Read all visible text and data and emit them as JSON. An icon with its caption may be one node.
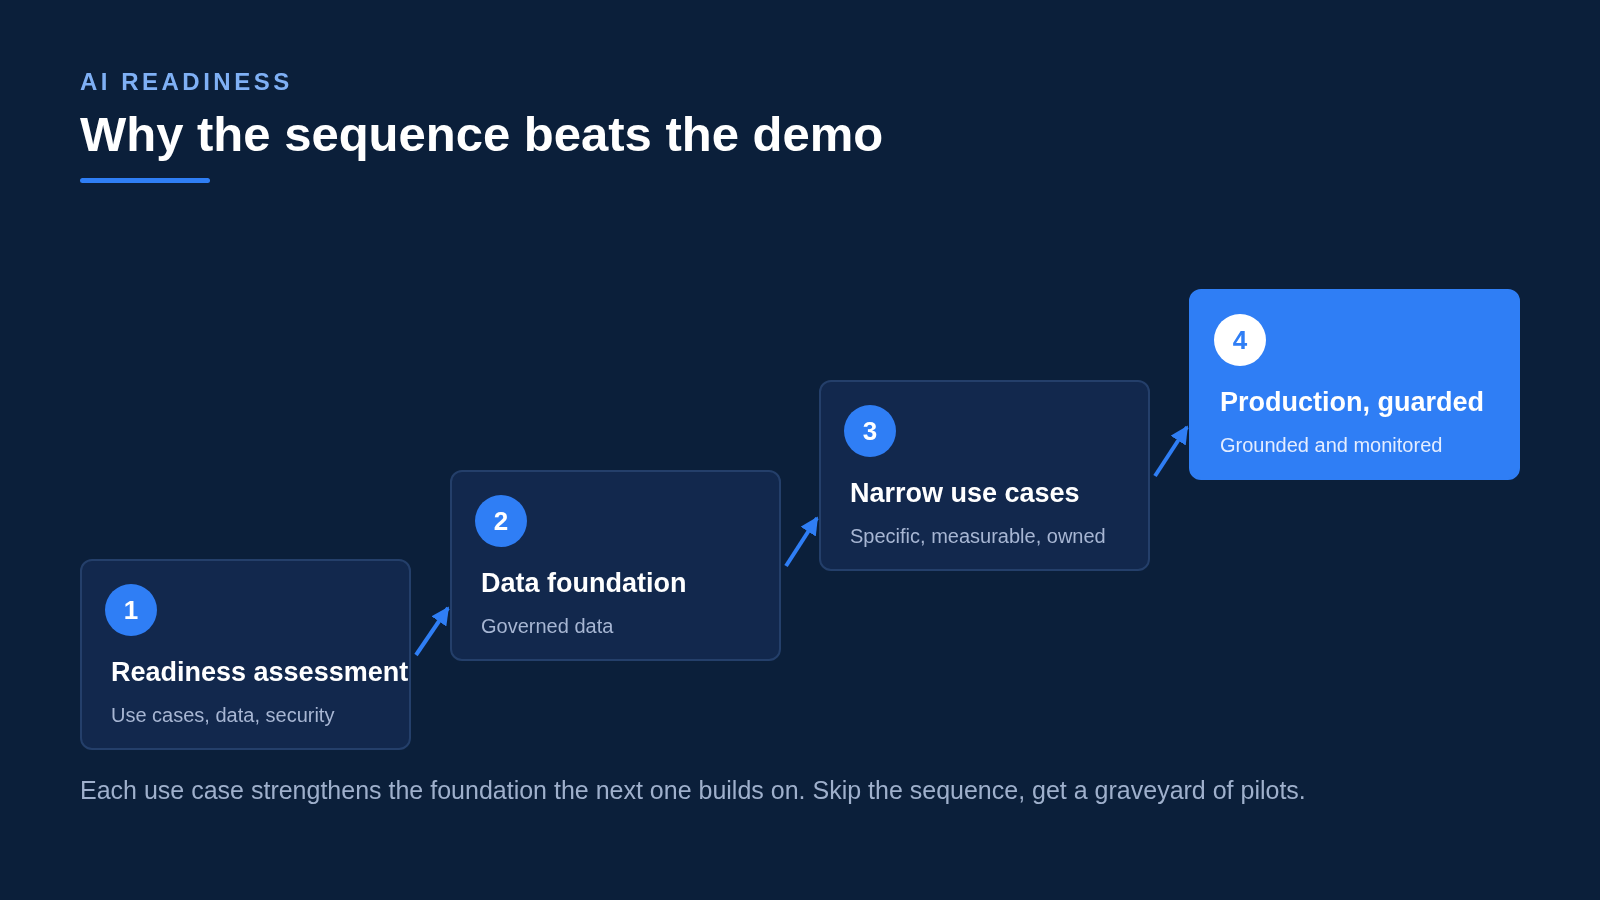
{
  "diagram": {
    "title": "Why the sequence beats the demo",
    "caption": "Each use case strengthens the foundation the next one builds on. Skip the sequence, get a graveyard of pilots.",
    "nodes": [
      {
        "text": [
          "1",
          "Readiness assessment",
          "Use cases, data, security"
        ]
      },
      {
        "text": [
          "2",
          "Data foundation",
          "Governed data"
        ]
      },
      {
        "text": [
          "3",
          "Narrow use cases",
          "Specific, measurable, owned"
        ]
      },
      {
        "text": [
          "4",
          "Production, guarded",
          "Grounded and monitored"
        ]
      }
    ],
    "edges": [
      {
        "from": 0,
        "to": 1,
        "arrow": "to"
      },
      {
        "from": 1,
        "to": 2,
        "arrow": "to"
      },
      {
        "from": 2,
        "to": 3,
        "arrow": "to"
      }
    ],
    "labels": [
      "AI READINESS"
    ]
  }
}
